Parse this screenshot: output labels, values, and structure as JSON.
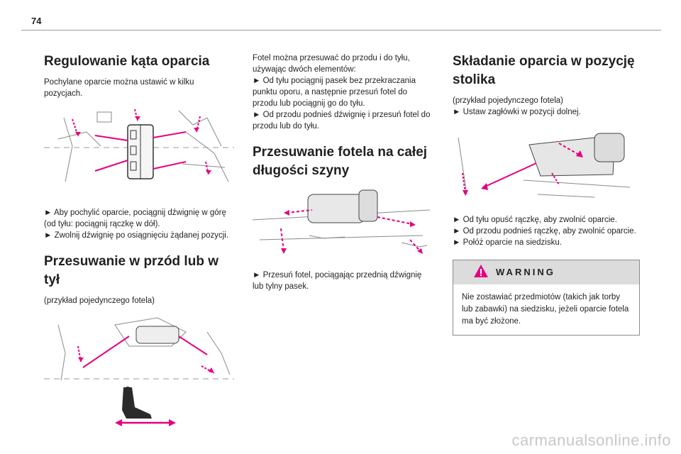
{
  "page": {
    "number": "74"
  },
  "section_recline": {
    "title": "Regulowanie kąta oparcia",
    "intro": "Pochylane oparcie można ustawić w kilku pozycjach.",
    "step1": "► Aby pochylić oparcie, pociągnij dźwignię w górę (od tyłu: pociągnij rączkę w dół).",
    "step2": "► Zwolnij dźwignię po osiągnięciu żądanej pozycji."
  },
  "section_slide": {
    "title": "Przesuwanie w przód lub w tył",
    "note": "(przykład pojedynczego fotela)",
    "text": "Fotel można przesuwać do przodu i do tyłu, używając dwóch elementów:",
    "step1": "► Od tyłu pociągnij pasek bez przekraczania punktu oporu, a następnie przesuń fotel do przodu lub pociągnij go do tyłu.",
    "step2": "► Od przodu podnieś dźwignię i przesuń fotel do przodu lub do tyłu."
  },
  "section_rail": {
    "title": "Przesuwanie fotela na całej długości szyny",
    "step1": "► Przesuń fotel, pociągając przednią dźwignię lub tylny pasek."
  },
  "section_table": {
    "title": "Składanie oparcia w pozycję stolika",
    "note": "(przykład pojedynczego fotela)",
    "step0": "► Ustaw zagłówki w pozycji dolnej.",
    "step1": "► Od tyłu opuść rączkę, aby zwolnić oparcie.",
    "step2": "► Od przodu podnieś rączkę, aby zwolnić oparcie.",
    "step3": "► Połóż oparcie na siedzisku."
  },
  "warning": {
    "title": "WARNING",
    "text": "Nie zostawiać przedmiotów (takich jak torby lub zabawki) na siedzisku, jeżeli oparcie fotela ma być złożone."
  },
  "watermark": "carmanualsonline.info",
  "colors": {
    "accent": "#e6007e",
    "text": "#231f20",
    "warning_bg": "#dcdcdc"
  }
}
